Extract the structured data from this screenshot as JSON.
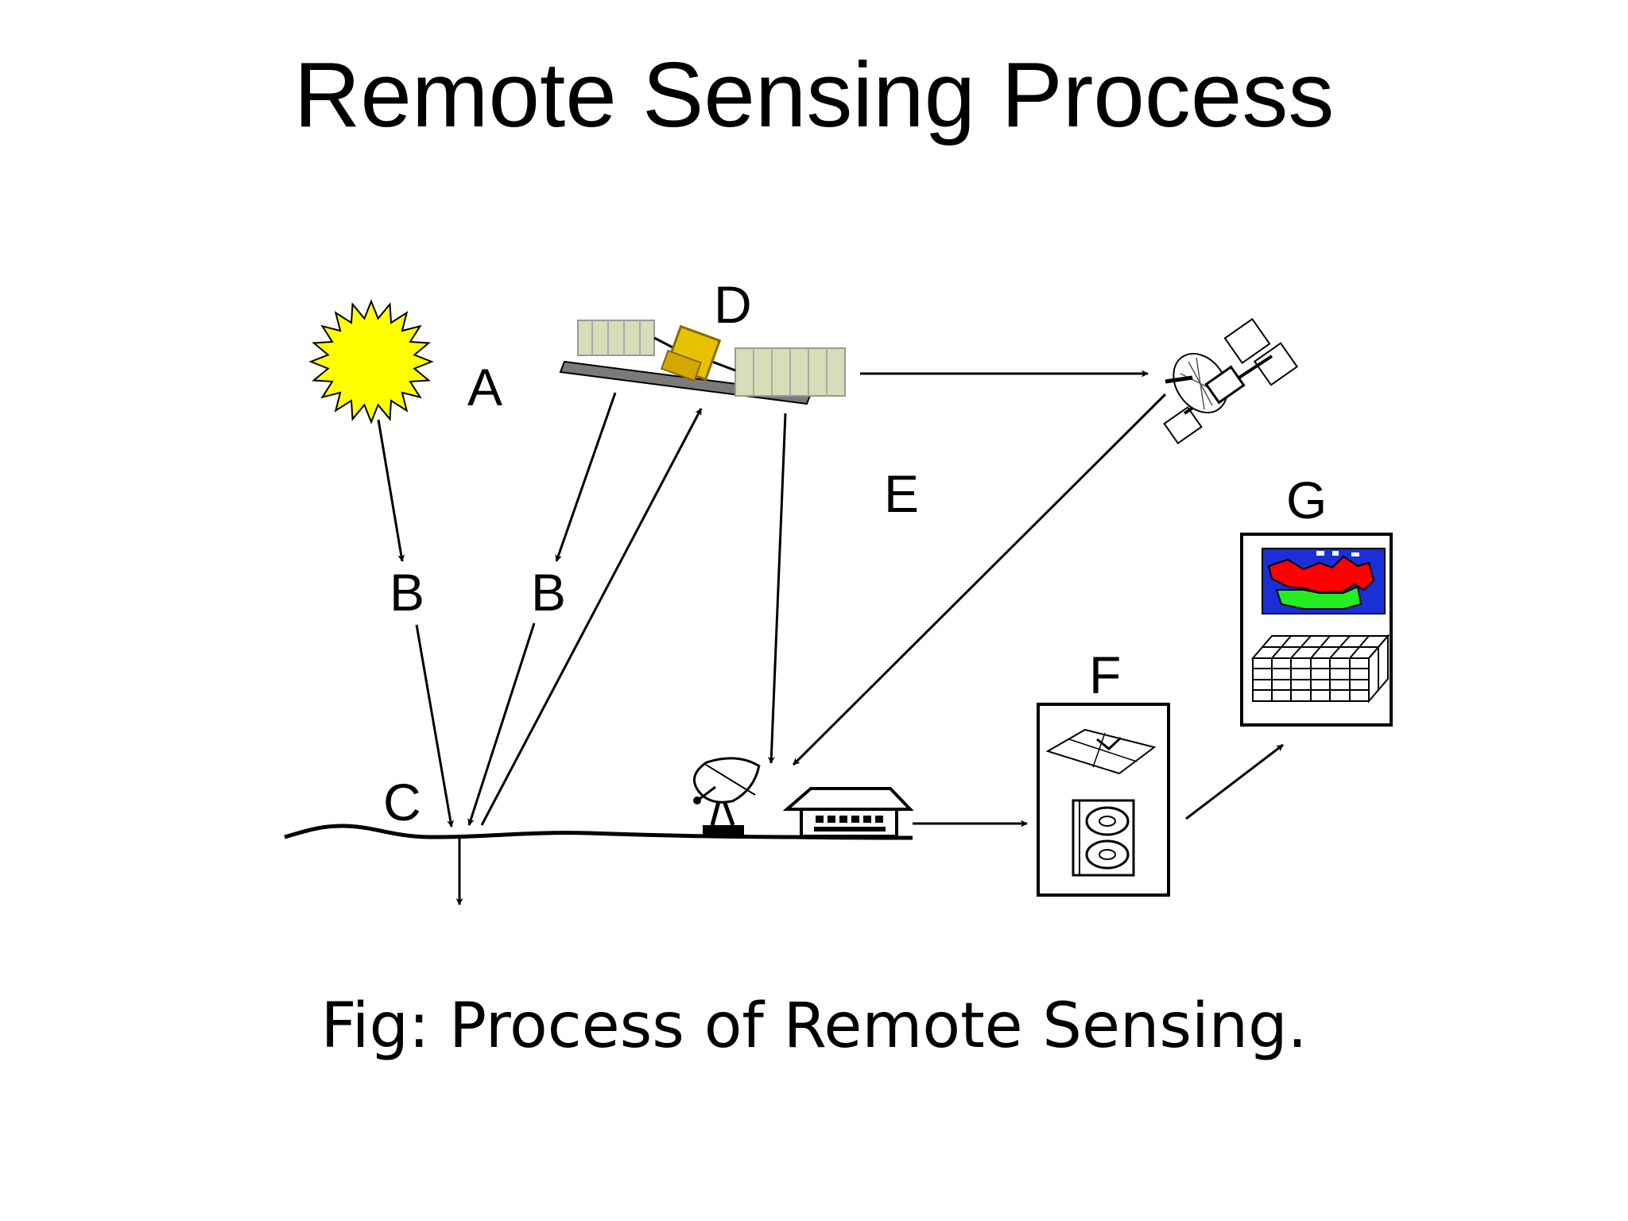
{
  "title": "Remote Sensing Process",
  "caption": "Fig: Process of Remote Sensing.",
  "labels": {
    "A": "A",
    "B_left": "B",
    "B_right": "B",
    "C": "C",
    "D": "D",
    "E": "E",
    "F": "F",
    "G": "G"
  },
  "icons": {
    "sun": "sun-icon",
    "sensor_satellite": "satellite-icon",
    "relay_satellite": "relay-satellite-icon",
    "dish": "satellite-dish-icon",
    "station": "ground-station-icon",
    "processing": "data-processing-icon",
    "application": "application-display-icon"
  },
  "colors": {
    "sun": "#ffff00",
    "panel": "#d9dcb8",
    "satellite_body": "#e8c200",
    "map_water": "#1a2fd6",
    "map_land": "#ff0000",
    "map_green": "#22ee22"
  }
}
